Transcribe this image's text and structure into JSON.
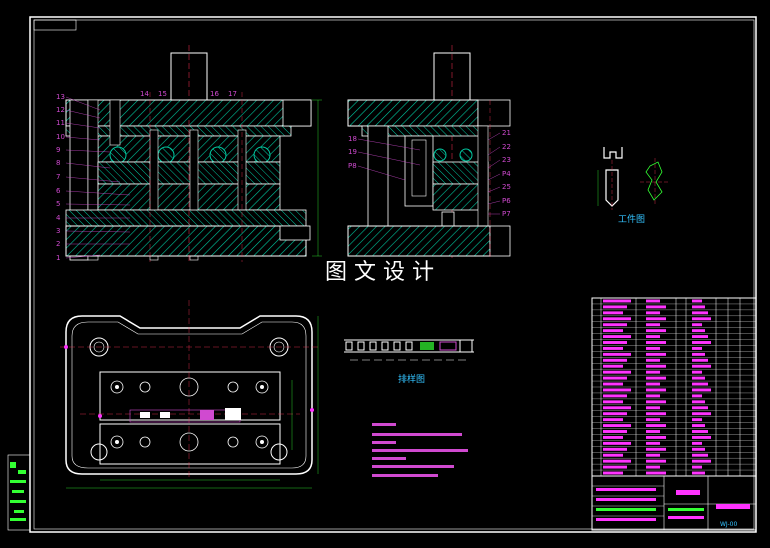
{
  "watermark": "图文设计",
  "captions": {
    "workpiece": "工件图",
    "strip_layout": "排样图"
  },
  "part_numbers_left": [
    "13",
    "12",
    "11",
    "10",
    "9",
    "8",
    "7",
    "6",
    "5",
    "4",
    "3",
    "2",
    "1"
  ],
  "part_numbers_top": [
    "14",
    "15",
    "16",
    "17"
  ],
  "part_numbers_mid_left": [
    "18",
    "19",
    "P8"
  ],
  "part_numbers_right": [
    "21",
    "22",
    "23",
    "P4",
    "25",
    "P6",
    "P7"
  ],
  "title_block": {
    "drawing_code": "WJ-00"
  },
  "colors": {
    "background": "#000000",
    "frame": "#ffffff",
    "hatch": "#00c8a0",
    "label": "#d04ad0",
    "caption": "#33c3ff",
    "centerline": "#ff3355",
    "accent": "#ff33ff",
    "green": "#33ff33"
  }
}
